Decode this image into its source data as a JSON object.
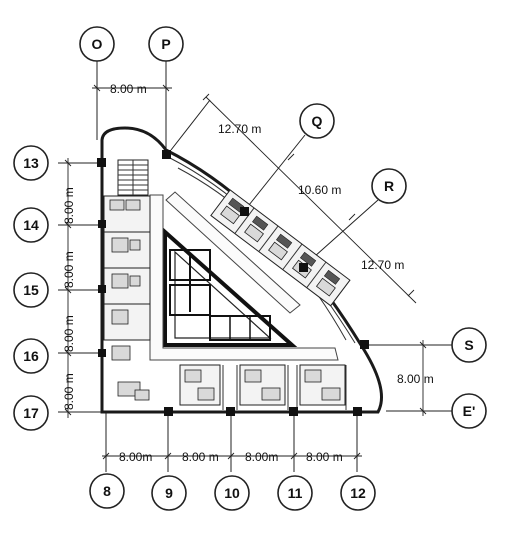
{
  "grid_labels": {
    "O": "O",
    "P": "P",
    "Q": "Q",
    "R": "R",
    "S": "S",
    "E_prime": "E'",
    "g13": "13",
    "g14": "14",
    "g15": "15",
    "g16": "16",
    "g17": "17",
    "g8": "8",
    "g9": "9",
    "g10": "10",
    "g11": "11",
    "g12": "12"
  },
  "dimensions": {
    "top_OP": "8.00 m",
    "diag_PQ": "12.70 m",
    "diag_QR": "10.60 m",
    "diag_RS": "12.70 m",
    "right_SE": "8.00 m",
    "left_13_14": "8.00 m",
    "left_14_15": "8.00 m",
    "left_15_16": "8.00 m",
    "left_16_17": "8.00 m",
    "bottom_8_9": "8.00m",
    "bottom_9_10": "8.00 m",
    "bottom_10_11": "8.00m",
    "bottom_11_12": "8.00 m"
  }
}
